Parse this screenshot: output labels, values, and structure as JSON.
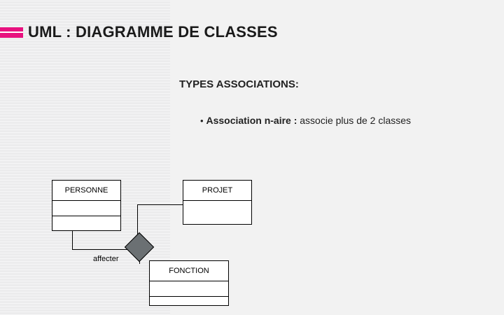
{
  "slide": {
    "title": "UML : DIAGRAMME DE CLASSES",
    "subtitle": "TYPES ASSOCIATIONS:",
    "bullet": {
      "marker": "•",
      "strong": "Association n-aire :",
      "rest": " associe plus de 2 classes"
    },
    "accent_color": "#e8117f",
    "band_color": "#ececed",
    "diagram": {
      "classes": [
        {
          "name": "PERSONNE"
        },
        {
          "name": "PROJET"
        },
        {
          "name": "FONCTION"
        }
      ],
      "association_label": "affecter",
      "diamond_color": "#6b7073"
    }
  }
}
